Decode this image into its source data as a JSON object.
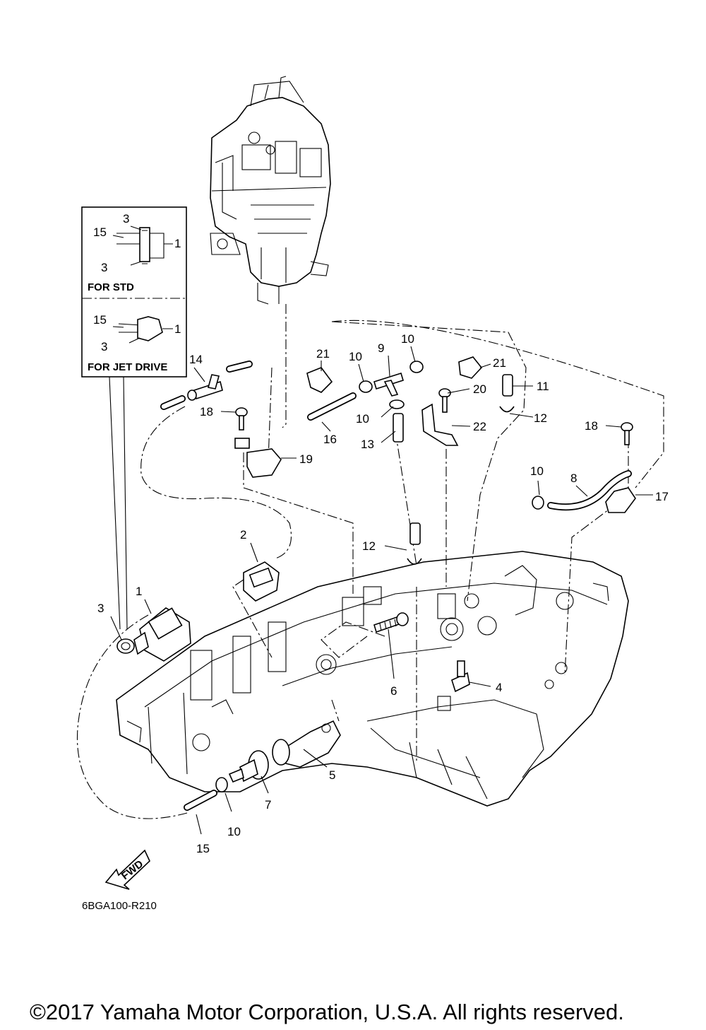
{
  "diagram": {
    "callouts": {
      "c1": "1",
      "c2": "2",
      "c3": "3",
      "c4": "4",
      "c5": "5",
      "c6": "6",
      "c7": "7",
      "c8": "8",
      "c9": "9",
      "c10a": "10",
      "c10b": "10",
      "c10c": "10",
      "c10d": "10",
      "c10e": "10",
      "c11": "11",
      "c12a": "12",
      "c12b": "12",
      "c13": "13",
      "c14": "14",
      "c15": "15",
      "c16": "16",
      "c17": "17",
      "c18a": "18",
      "c18b": "18",
      "c19": "19",
      "c20": "20",
      "c21a": "21",
      "c21b": "21",
      "c22": "22"
    },
    "inset": {
      "std": {
        "label": "FOR STD",
        "n15": "15",
        "n3top": "3",
        "n3bot": "3",
        "n1": "1"
      },
      "jet": {
        "label": "FOR JET DRIVE",
        "n15": "15",
        "n3": "3",
        "n1": "1"
      }
    },
    "fwd_label": "FWD",
    "drawing_code": "6BGA100-R210",
    "copyright": "©2017 Yamaha Motor Corporation, U.S.A. All rights reserved."
  }
}
